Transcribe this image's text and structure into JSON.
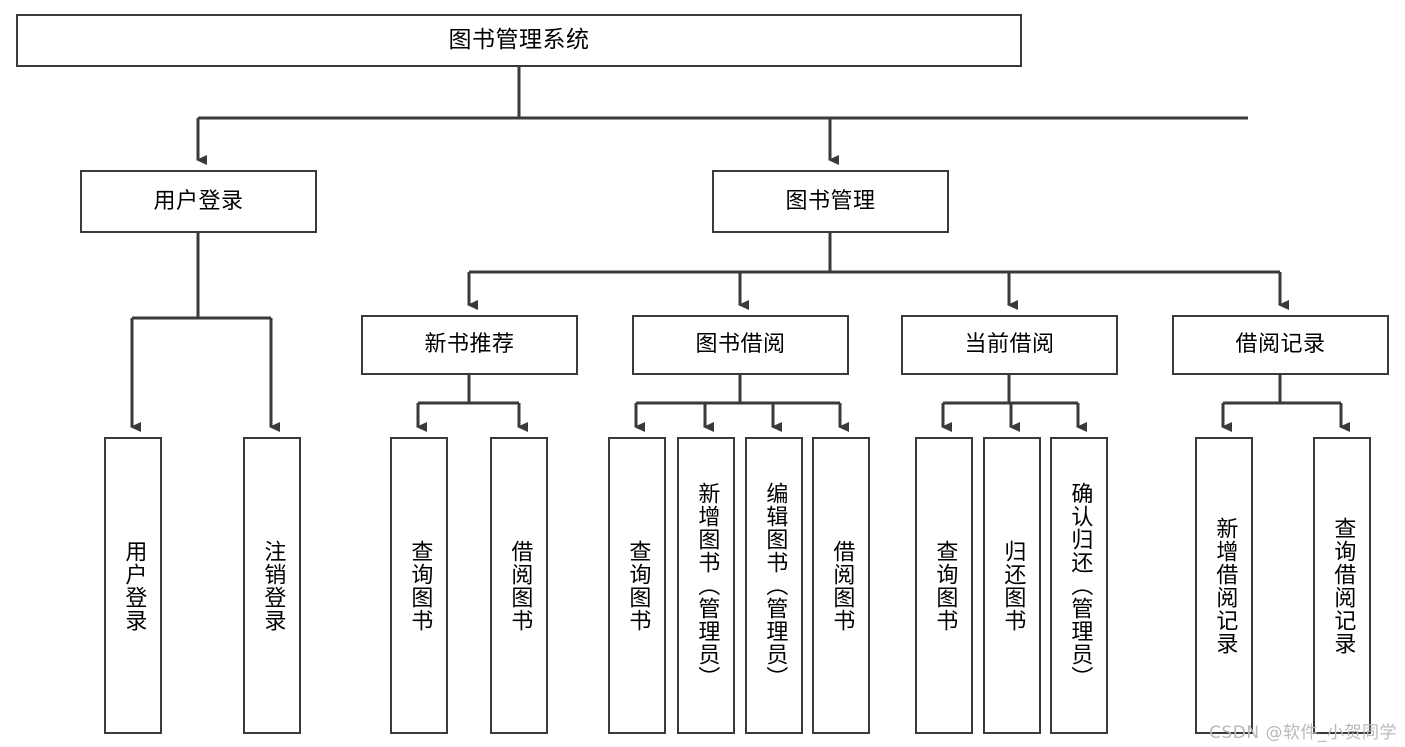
{
  "diagram": {
    "title": "图书管理系统",
    "type": "tree",
    "watermark": "CSDN @软件_小贺同学",
    "colors": {
      "box_border": "#3a3a3a",
      "box_fill": "#ffffff",
      "connector": "#3a3a3a",
      "text": "#000000",
      "watermark": "#b9b9b9",
      "background": "#ffffff"
    },
    "nodes": {
      "root": {
        "label": "图书管理系统",
        "level": 1
      },
      "level2": [
        {
          "id": "user-login",
          "label": "用户登录"
        },
        {
          "id": "book-manage",
          "label": "图书管理"
        }
      ],
      "level3": [
        {
          "id": "new-book-recommend",
          "label": "新书推荐",
          "parent": "book-manage"
        },
        {
          "id": "book-borrow",
          "label": "图书借阅",
          "parent": "book-manage"
        },
        {
          "id": "current-borrow",
          "label": "当前借阅",
          "parent": "book-manage"
        },
        {
          "id": "borrow-record",
          "label": "借阅记录",
          "parent": "book-manage"
        }
      ],
      "leaves": {
        "user-login": [
          {
            "id": "leaf-user-login",
            "label": "用户登录"
          },
          {
            "id": "leaf-user-logout",
            "label": "注销登录"
          }
        ],
        "new-book-recommend": [
          {
            "id": "leaf-query-book-1",
            "label": "查询图书"
          },
          {
            "id": "leaf-borrow-book-1",
            "label": "借阅图书"
          }
        ],
        "book-borrow": [
          {
            "id": "leaf-query-book-2",
            "label": "查询图书"
          },
          {
            "id": "leaf-add-book",
            "label": "新增图书（管理员）"
          },
          {
            "id": "leaf-edit-book",
            "label": "编辑图书（管理员）"
          },
          {
            "id": "leaf-borrow-book-2",
            "label": "借阅图书"
          }
        ],
        "current-borrow": [
          {
            "id": "leaf-query-book-3",
            "label": "查询图书"
          },
          {
            "id": "leaf-return-book",
            "label": "归还图书"
          },
          {
            "id": "leaf-confirm-return",
            "label": "确认归还（管理员）"
          }
        ],
        "borrow-record": [
          {
            "id": "leaf-add-record",
            "label": "新增借阅记录"
          },
          {
            "id": "leaf-query-record",
            "label": "查询借阅记录"
          }
        ]
      }
    }
  }
}
